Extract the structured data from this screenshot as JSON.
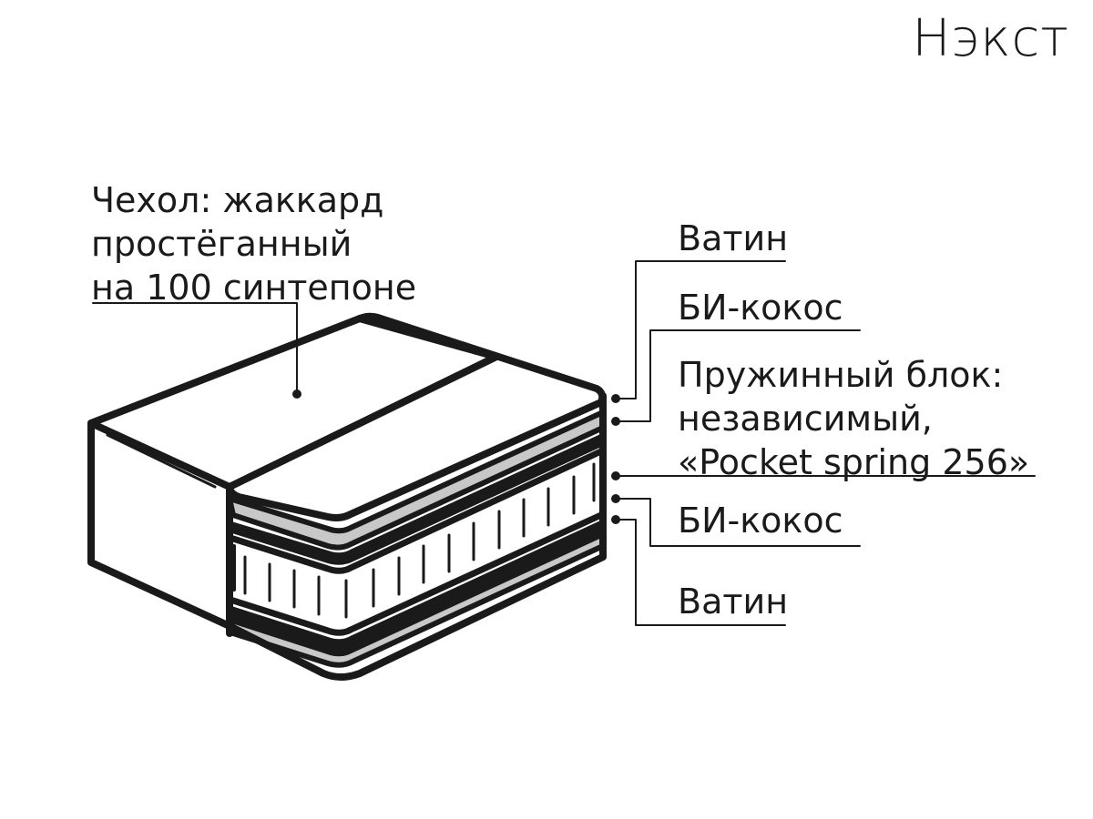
{
  "title": "Нэкст",
  "cover": {
    "lines": [
      "Чехол: жаккард",
      "простёганный",
      "на 100 синтепоне"
    ]
  },
  "layers": {
    "vatin_top": "Ватин",
    "bikokos_top": "БИ-кокос",
    "spring_block": [
      "Пружинный блок:",
      "независимый,",
      "«Pocket spring 256»"
    ],
    "bikokos_bottom": "БИ-кокос",
    "vatin_bottom": "Ватин"
  },
  "colors": {
    "line": "#1a1a1a",
    "layer_fill": "#c8c8c8",
    "background": "#ffffff"
  }
}
